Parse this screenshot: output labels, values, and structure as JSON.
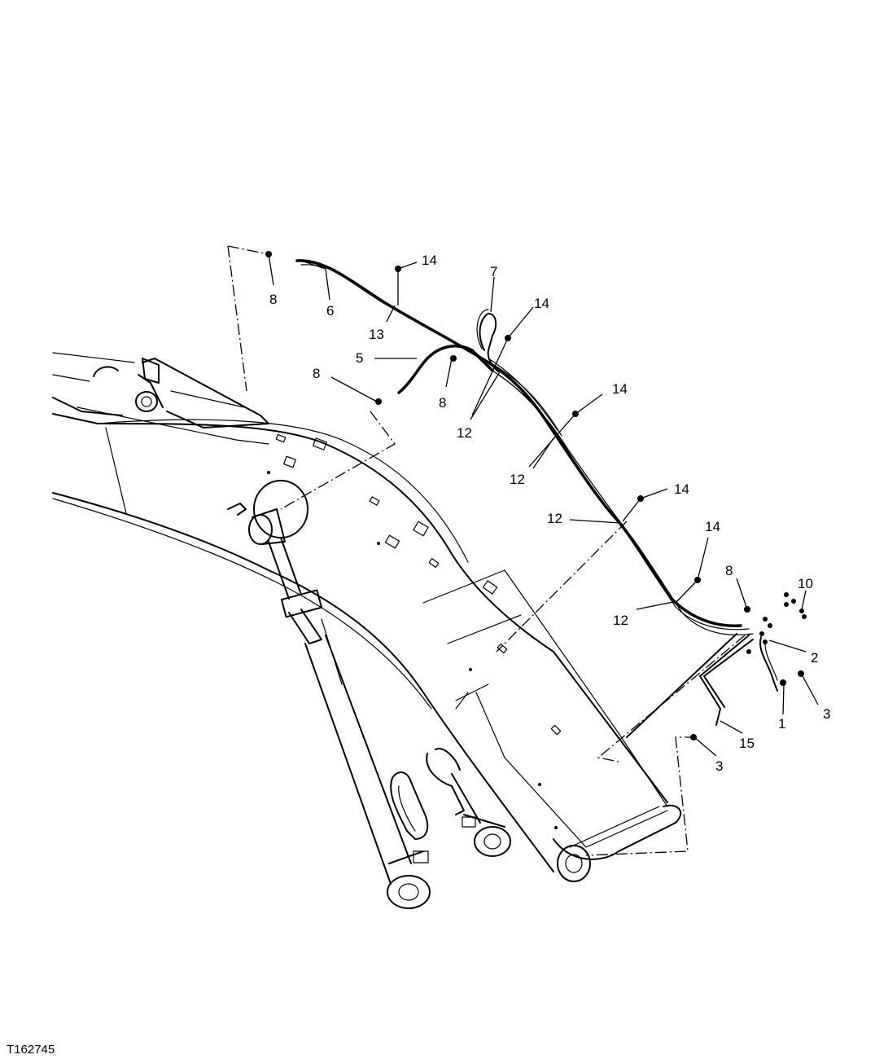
{
  "figure_id": "T162745",
  "callouts": [
    {
      "id": "c8a",
      "text": "8"
    },
    {
      "id": "c6",
      "text": "6"
    },
    {
      "id": "c14a",
      "text": "14"
    },
    {
      "id": "c13",
      "text": "13"
    },
    {
      "id": "c7",
      "text": "7"
    },
    {
      "id": "c14b",
      "text": "14"
    },
    {
      "id": "c5",
      "text": "5"
    },
    {
      "id": "c8b",
      "text": "8"
    },
    {
      "id": "c8c",
      "text": "8"
    },
    {
      "id": "c12a",
      "text": "12"
    },
    {
      "id": "c14c",
      "text": "14"
    },
    {
      "id": "c12b",
      "text": "12"
    },
    {
      "id": "c14d",
      "text": "14"
    },
    {
      "id": "c12c",
      "text": "12"
    },
    {
      "id": "c14e",
      "text": "14"
    },
    {
      "id": "c8d",
      "text": "8"
    },
    {
      "id": "c10",
      "text": "10"
    },
    {
      "id": "c12d",
      "text": "12"
    },
    {
      "id": "c2",
      "text": "2"
    },
    {
      "id": "c3a",
      "text": "3"
    },
    {
      "id": "c1",
      "text": "1"
    },
    {
      "id": "c15",
      "text": "15"
    },
    {
      "id": "c3b",
      "text": "3"
    }
  ]
}
